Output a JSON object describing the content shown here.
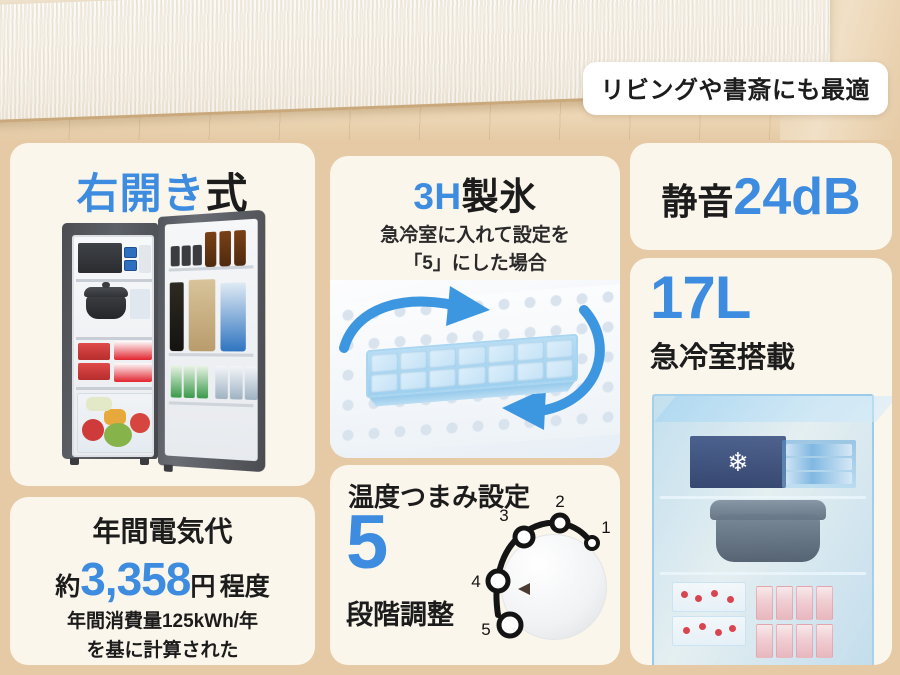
{
  "badge": {
    "text": "リビングや書斎にも最適"
  },
  "colors": {
    "accent_blue": "#3d8ce0",
    "text_dark": "#1c1c1c",
    "page_bg": "#e6caa5",
    "card_bg": "#fbf6ec"
  },
  "cards": {
    "door": {
      "title_blue": "右開き",
      "title_dark": "式"
    },
    "ice": {
      "title_blue": "3H",
      "title_dark": "製氷",
      "sub_line1": "急冷室に入れて設定を",
      "sub_line2": "「5」にした場合"
    },
    "noise": {
      "label": "静音",
      "value": "24dB"
    },
    "volume": {
      "value": "17L",
      "label": "急冷室搭載",
      "freezer_icon": "snowflake-icon"
    },
    "cost": {
      "title": "年間電気代",
      "prefix": "約",
      "amount": "3,358",
      "unit": "円",
      "suffix": "程度",
      "note_line1": "年間消費量125kWh/年",
      "note_line2": "を基に計算された"
    },
    "dial": {
      "title": "温度つまみ設定",
      "level": "5",
      "sub": "段階調整",
      "marks": [
        "1",
        "2",
        "3",
        "4",
        "5"
      ],
      "selected_mark": "5"
    }
  }
}
